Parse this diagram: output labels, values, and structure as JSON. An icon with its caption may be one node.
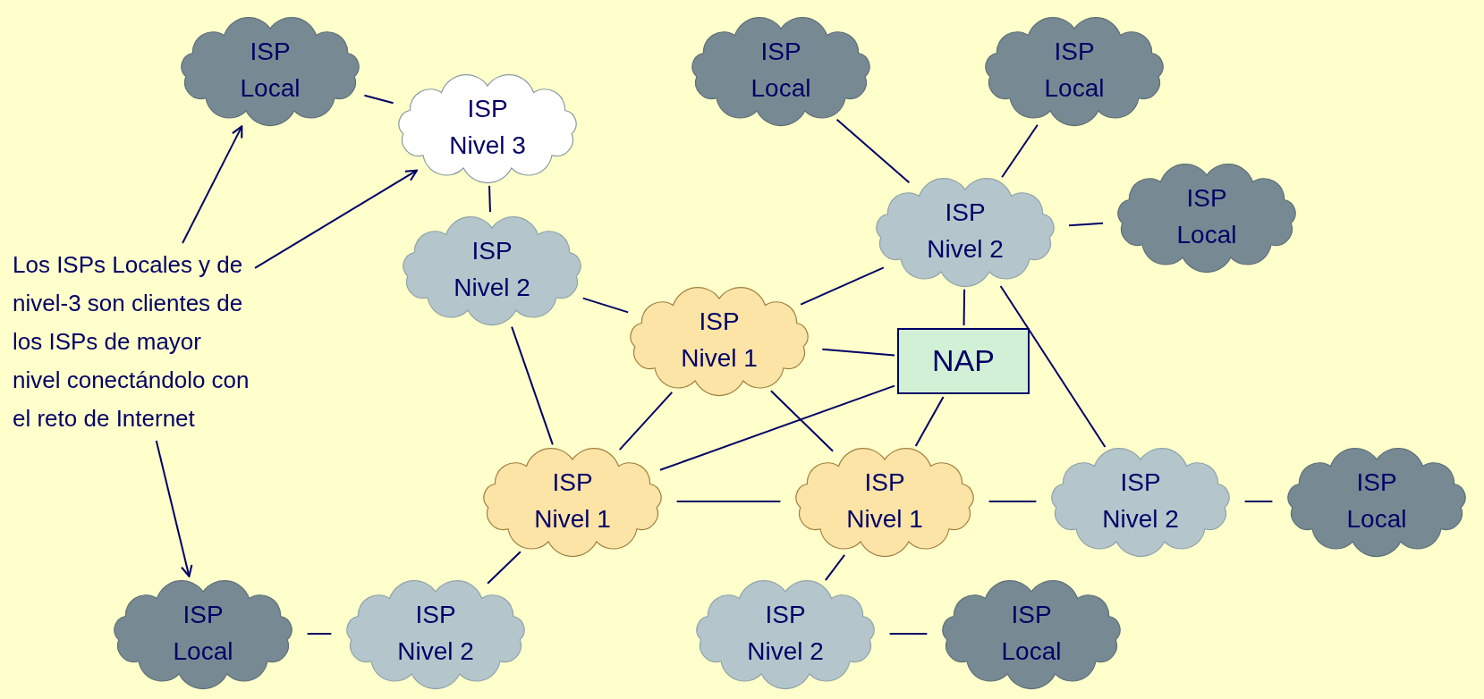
{
  "diagram": {
    "nodes": [
      {
        "text": [
          "ISP Local"
        ]
      },
      {
        "text": [
          "ISP Nivel 3"
        ]
      },
      {
        "text": [
          "ISP Local"
        ]
      },
      {
        "text": [
          "ISP Local"
        ]
      },
      {
        "text": [
          "ISP Nivel 2"
        ]
      },
      {
        "text": [
          "ISP Local"
        ]
      },
      {
        "text": [
          "ISP Nivel 2"
        ]
      },
      {
        "text": [
          "ISP Nivel 1"
        ]
      },
      {
        "text": [
          "NAP"
        ]
      },
      {
        "text": [
          "Los ISPs Locales y de nivel-3 son clientes de los ISPs de mayor nivel conectándolo con el reto de Internet"
        ]
      },
      {
        "text": [
          "ISP Nivel 1"
        ]
      },
      {
        "text": [
          "ISP Nivel 1"
        ]
      },
      {
        "text": [
          "ISP Nivel 2"
        ]
      },
      {
        "text": [
          "ISP Local"
        ]
      },
      {
        "text": [
          "ISP Local"
        ]
      },
      {
        "text": [
          "ISP Nivel 2"
        ]
      },
      {
        "text": [
          "ISP Nivel 2"
        ]
      },
      {
        "text": [
          "ISP Local"
        ]
      }
    ],
    "edges": [
      {
        "from": 0,
        "to": 1,
        "arrow": "none"
      },
      {
        "from": 2,
        "to": 4,
        "arrow": "none"
      },
      {
        "from": 3,
        "to": 4,
        "arrow": "none"
      },
      {
        "from": 4,
        "to": 5,
        "arrow": "none"
      },
      {
        "from": 1,
        "to": 6,
        "arrow": "none"
      },
      {
        "from": 6,
        "to": 7,
        "arrow": "none"
      },
      {
        "from": 4,
        "to": 7,
        "arrow": "none"
      },
      {
        "from": 7,
        "to": 8,
        "arrow": "none"
      },
      {
        "from": 4,
        "to": 8,
        "arrow": "none"
      },
      {
        "from": 6,
        "to": 10,
        "arrow": "none"
      },
      {
        "from": 7,
        "to": 10,
        "arrow": "none"
      },
      {
        "from": 7,
        "to": 11,
        "arrow": "none"
      },
      {
        "from": 8,
        "to": 10,
        "arrow": "none"
      },
      {
        "from": 8,
        "to": 11,
        "arrow": "none"
      },
      {
        "from": 10,
        "to": 11,
        "arrow": "none"
      },
      {
        "from": 11,
        "to": 12,
        "arrow": "none"
      },
      {
        "from": 4,
        "to": 12,
        "arrow": "none"
      },
      {
        "from": 12,
        "to": 13,
        "arrow": "none"
      },
      {
        "from": 10,
        "to": 15,
        "arrow": "none"
      },
      {
        "from": 14,
        "to": 15,
        "arrow": "none"
      },
      {
        "from": 11,
        "to": 16,
        "arrow": "none"
      },
      {
        "from": 16,
        "to": 17,
        "arrow": "none"
      },
      {
        "from": 9,
        "to": 0,
        "arrow": "to"
      },
      {
        "from": 9,
        "to": 1,
        "arrow": "to"
      },
      {
        "from": 9,
        "to": 14,
        "arrow": "to"
      }
    ]
  }
}
